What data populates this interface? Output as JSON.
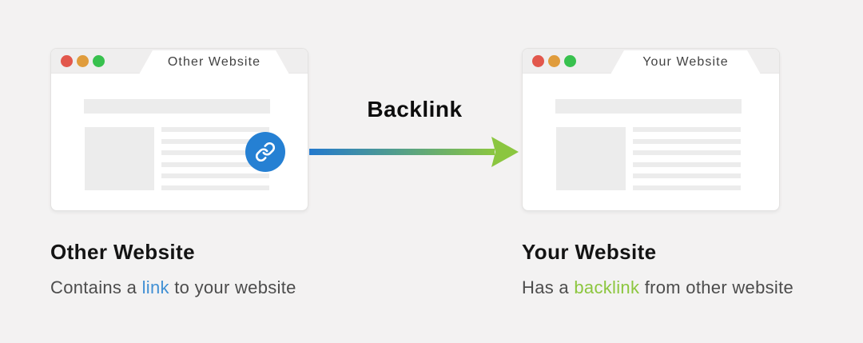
{
  "canvas": {
    "background": "#f3f2f2"
  },
  "windows": [
    {
      "id": "other-website",
      "tab_title": "Other Website",
      "has_link_badge": true
    },
    {
      "id": "your-website",
      "tab_title": "Your Website",
      "has_link_badge": false
    }
  ],
  "traffic_lights": {
    "red": "#e2574c",
    "orange": "#e09c3c",
    "green": "#38c14e"
  },
  "link_badge": {
    "icon": "chain-link-icon",
    "background": "#2580d3",
    "icon_color": "#ffffff"
  },
  "arrow": {
    "label": "Backlink",
    "direction": "left-to-right",
    "gradient_start": "#2379cd",
    "gradient_end": "#8bc640"
  },
  "captions": {
    "left": {
      "title": "Other Website",
      "desc_prefix": "Contains a ",
      "desc_highlight": "link",
      "desc_suffix": " to your website",
      "highlight_color": "#4190d4"
    },
    "right": {
      "title": "Your Website",
      "desc_prefix": "Has a ",
      "desc_highlight": "backlink",
      "desc_suffix": " from other website",
      "highlight_color": "#8cc63e"
    }
  }
}
